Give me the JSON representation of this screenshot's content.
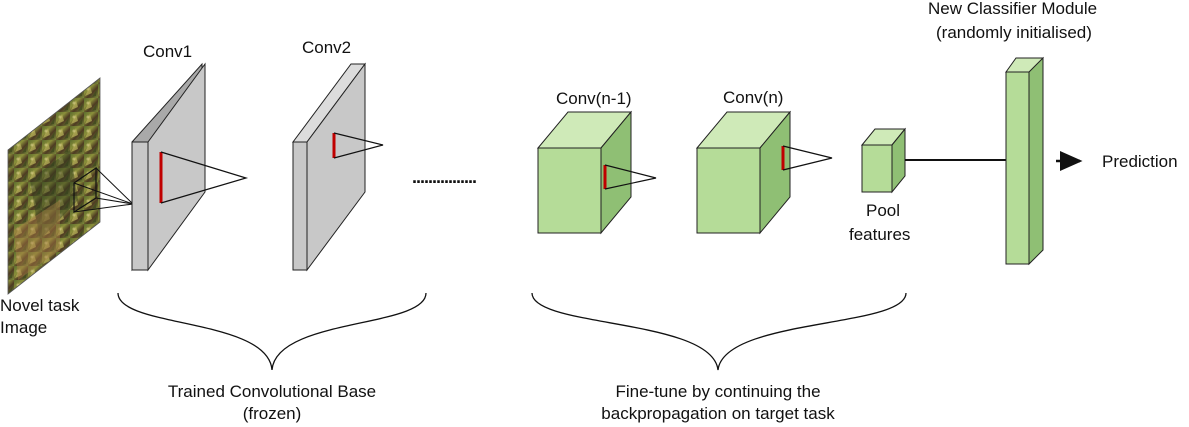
{
  "labels": {
    "input_image": [
      "Novel task",
      "Image"
    ],
    "conv1": "Conv1",
    "conv2": "Conv2",
    "conv_n_minus_1": "Conv(n-1)",
    "conv_n": "Conv(n)",
    "pool": [
      "Pool",
      "features"
    ],
    "classifier": [
      "New Classifier Module",
      "(randomly initialised)"
    ],
    "prediction": "Prediction",
    "frozen_group": [
      "Trained Convolutional Base",
      "(frozen)"
    ],
    "finetune_group": [
      "Fine-tune by continuing the",
      "backpropagation on target task"
    ],
    "ellipsis": "................"
  },
  "colors": {
    "frozen_layer_front": "#c8c8c8",
    "frozen_layer_top": "#dcdcdc",
    "frozen_layer_side": "#a9a9a9",
    "tuned_layer_front": "#b5dc98",
    "tuned_layer_top": "#cfeab8",
    "tuned_layer_side": "#8fbf74",
    "kernel_marker": "#c00000",
    "stroke": "#222222"
  },
  "icons": {
    "input_image": "photo-of-forest-scene",
    "prediction_arrow": "arrow-right-icon"
  }
}
